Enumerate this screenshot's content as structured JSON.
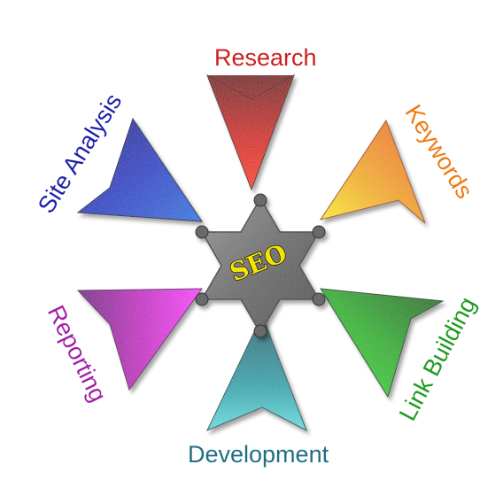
{
  "center": {
    "text": "SEO",
    "text_color": "#f5e600"
  },
  "items": [
    {
      "label": "Research",
      "color": "#cc1f1f",
      "icon": "down-arrow"
    },
    {
      "label": "Keywords",
      "color": "#f07a12",
      "icon": "arrow"
    },
    {
      "label": "Link Building",
      "color": "#1f9a1f",
      "icon": "arrow"
    },
    {
      "label": "Development",
      "color": "#1f6f82",
      "icon": "up-arrow"
    },
    {
      "label": "Reporting",
      "color": "#a01fa8",
      "icon": "arrow"
    },
    {
      "label": "Site Analysis",
      "color": "#1f1fa8",
      "icon": "arrow"
    }
  ]
}
